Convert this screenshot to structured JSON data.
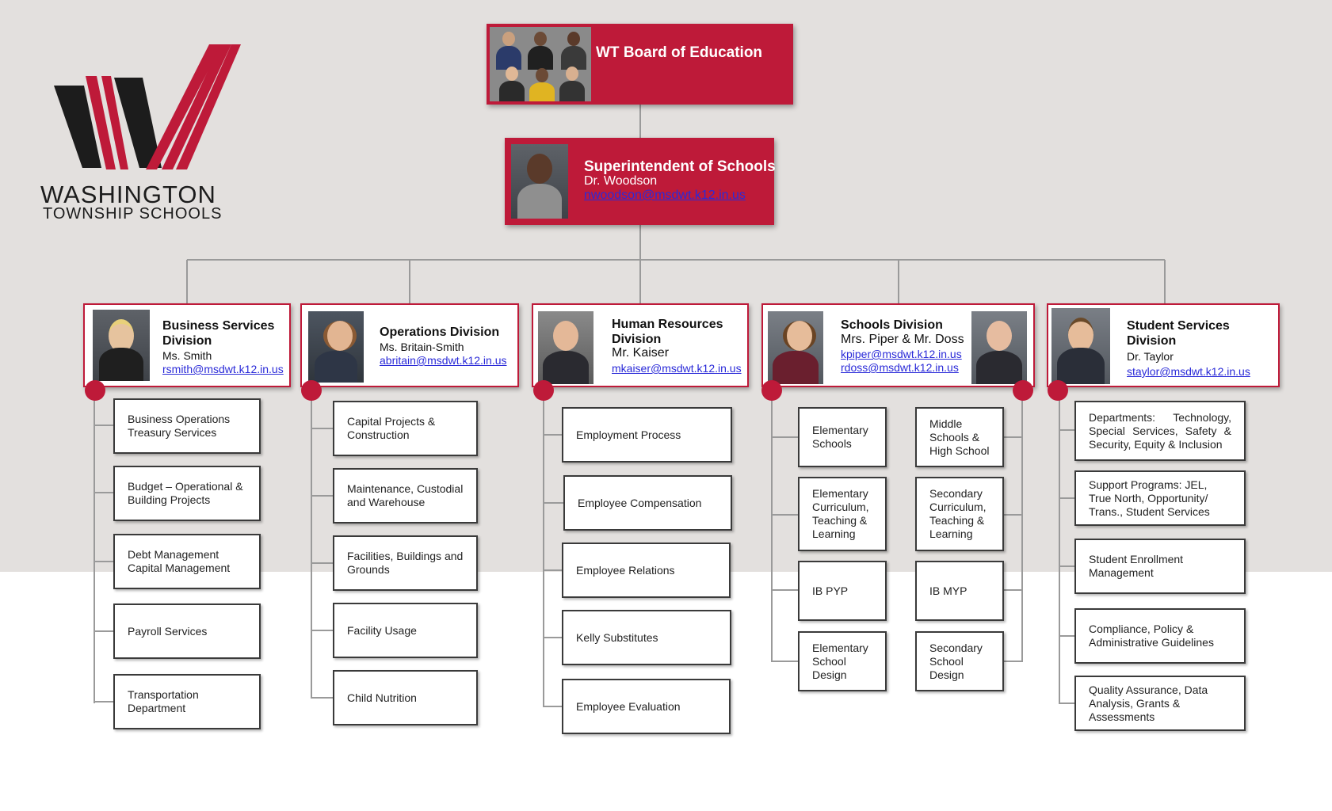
{
  "logo": {
    "line1": "WASHINGTON",
    "line2": "TOWNSHIP SCHOOLS"
  },
  "board": {
    "title": "WT Board of Education"
  },
  "superintendent": {
    "title": "Superintendent of Schools",
    "name": "Dr. Woodson",
    "email": "nwoodson@msdwt.k12.in.us"
  },
  "divisions": [
    {
      "title": "Business Services Division",
      "name": "Ms. Smith",
      "email": "rsmith@msdwt.k12.in.us",
      "items": [
        "Business Operations Treasury Services",
        "Budget – Operational & Building Projects",
        "Debt Management Capital Management",
        "Payroll Services",
        "Transportation Department"
      ]
    },
    {
      "title": "Operations Division",
      "name": "Ms. Britain-Smith",
      "email": "abritain@msdwt.k12.in.us",
      "items": [
        "Capital Projects & Construction",
        "Maintenance, Custodial and Warehouse",
        "Facilities, Buildings and Grounds",
        "Facility Usage",
        "Child Nutrition"
      ]
    },
    {
      "title": "Human Resources Division",
      "name": "Mr. Kaiser",
      "email": "mkaiser@msdwt.k12.in.us",
      "items": [
        "Employment Process",
        "Employee Compensation",
        "Employee Relations",
        "Kelly Substitutes",
        "Employee Evaluation"
      ]
    },
    {
      "title": "Schools Division",
      "name": "Mrs. Piper & Mr. Doss",
      "email": "kpiper@msdwt.k12.in.us",
      "email2": "rdoss@msdwt.k12.in.us",
      "items_left": [
        "Elementary Schools",
        "Elementary Curriculum, Teaching & Learning",
        "IB PYP",
        "Elementary School Design"
      ],
      "items_right": [
        "Middle Schools & High School",
        "Secondary Curriculum, Teaching & Learning",
        "IB MYP",
        "Secondary School Design"
      ]
    },
    {
      "title": "Student Services Division",
      "name": "Dr. Taylor",
      "email": "staylor@msdwt.k12.in.us",
      "items": [
        "Departments: Technology, Special Services, Safety & Security, Equity & Inclusion",
        "Support Programs: JEL, True North, Opportunity/ Trans., Student Services",
        "Student Enrollment Management",
        "Compliance, Policy & Administrative Guidelines",
        "Quality Assurance, Data Analysis, Grants & Assessments"
      ]
    }
  ],
  "colors": {
    "accent": "#be1a39",
    "background": "#e3e0de",
    "link": "#2a2ad8"
  }
}
